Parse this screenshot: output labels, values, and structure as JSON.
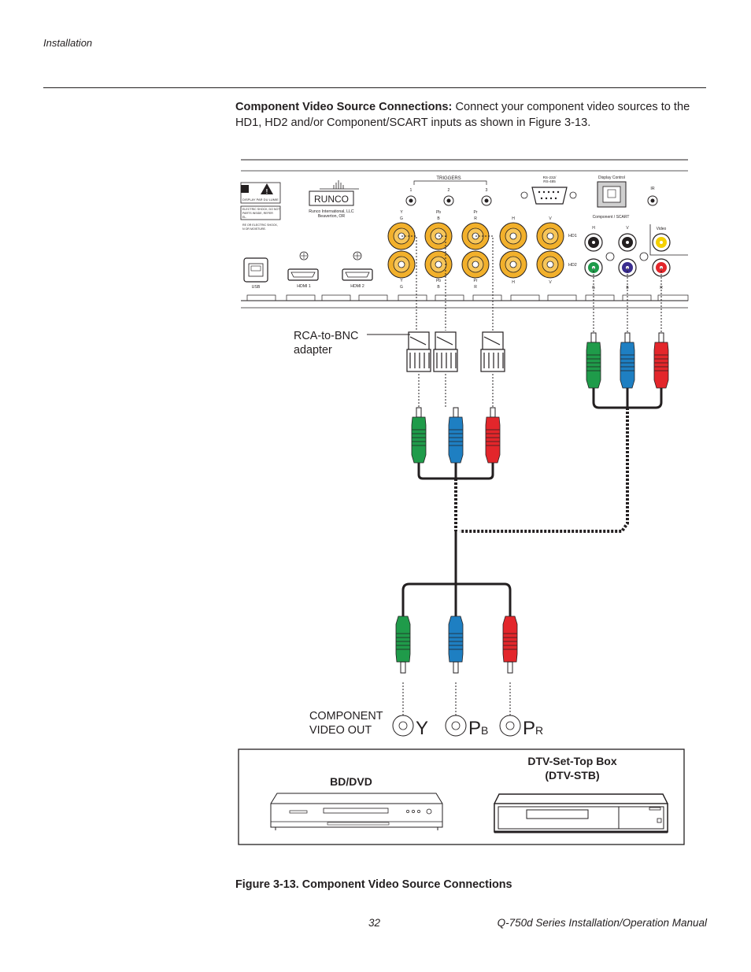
{
  "header": {
    "section": "Installation"
  },
  "intro": {
    "heading": "Component Video Source Connections:",
    "body": "Connect your component video sources to the HD1, HD2 and/or Component/SCART inputs as shown in Figure 3-13."
  },
  "panel": {
    "triggers_label": "TRIGGERS",
    "trigger_numbers": [
      "1",
      "2",
      "3"
    ],
    "rs232_label": "RS-232/\nRS-485",
    "display_control_label": "Display Control",
    "ir_label": "IR",
    "brand": "RUNCO",
    "company_line1": "Runco International, LLC",
    "company_line2": "Beaverton, OR",
    "usb_label": "USB",
    "hdmi1_label": "HDMI 1",
    "hdmi2_label": "HDMI 2",
    "bnc_top_letters": [
      "Y",
      "Pb",
      "Pr",
      "H",
      "V"
    ],
    "bnc_top_sub": [
      "G",
      "B",
      "R"
    ],
    "bnc_bottom_letters": [
      "Y",
      "Pb",
      "Pr",
      "H",
      "V"
    ],
    "bnc_bottom_sub": [
      "G",
      "B",
      "R"
    ],
    "hd1_label": "HD1",
    "hd2_label": "HD2",
    "component_scart_label": "Component / SCART",
    "scart_h": "H",
    "scart_v": "V",
    "scart_video": "Video",
    "scart_bottom": [
      "G",
      "B",
      "R"
    ]
  },
  "labels": {
    "adapter_line1": "RCA-to-BNC",
    "adapter_line2": "adapter",
    "component_out_line1": "COMPONENT",
    "component_out_line2": "VIDEO OUT",
    "jack_y": "Y",
    "jack_pb_main": "P",
    "jack_pb_sub": "B",
    "jack_pr_main": "P",
    "jack_pr_sub": "R"
  },
  "devices": {
    "bd_label": "BD/DVD",
    "stb_label_line1": "DTV-Set-Top Box",
    "stb_label_line2": "(DTV-STB)"
  },
  "colors": {
    "green": "#1f9b4a",
    "blue": "#1e7fc2",
    "red": "#e3262b",
    "bnc_gold": "#f2b02b",
    "text": "#231f20"
  },
  "caption": "Figure 3-13. Component Video Source Connections",
  "footer": {
    "page_number": "32",
    "manual_title": "Q-750d Series Installation/Operation Manual"
  }
}
